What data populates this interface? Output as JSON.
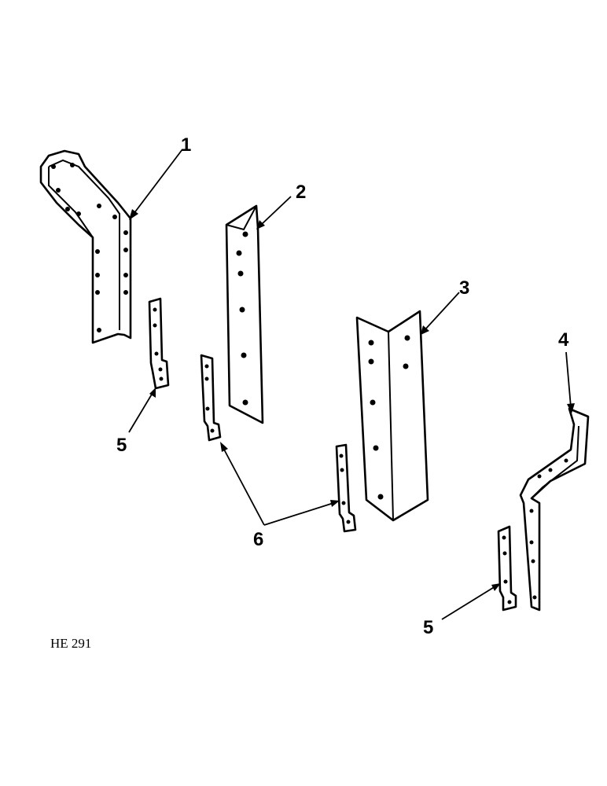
{
  "figure_code": "HE 291",
  "callouts": {
    "c1": "1",
    "c2": "2",
    "c3": "3",
    "c4": "4",
    "c5a": "5",
    "c5b": "5",
    "c6": "6"
  }
}
